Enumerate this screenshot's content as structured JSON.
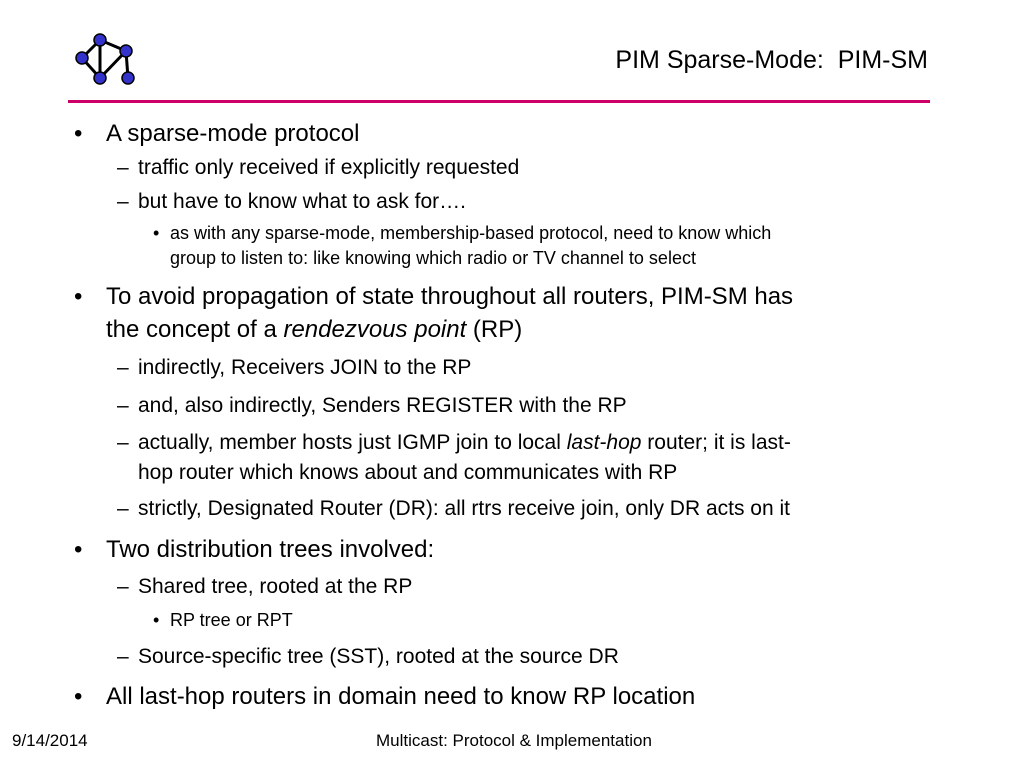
{
  "slide": {
    "title": "PIM Sparse-Mode:  PIM-SM",
    "bullets": [
      {
        "level": 1,
        "lines": [
          [
            "A sparse-mode protocol"
          ]
        ]
      },
      {
        "level": 2,
        "lines": [
          [
            "traffic only received if explicitly requested"
          ]
        ]
      },
      {
        "level": 2,
        "lines": [
          [
            "but have to know what to ask for…."
          ]
        ]
      },
      {
        "level": 3,
        "lines": [
          [
            "as with any sparse-mode, membership-based protocol, need to know which"
          ],
          [
            "group to listen to: like knowing which radio or TV channel to select"
          ]
        ]
      },
      {
        "level": 1,
        "lines": [
          [
            "To avoid propagation of state throughout all routers, PIM-SM has"
          ],
          [
            "the concept of a ",
            {
              "i": "rendezvous point"
            },
            " (RP)"
          ]
        ]
      },
      {
        "level": 2,
        "lines": [
          [
            "indirectly, Receivers JOIN to the RP"
          ]
        ]
      },
      {
        "level": 2,
        "lines": [
          [
            "and, also indirectly, Senders REGISTER with the RP"
          ]
        ]
      },
      {
        "level": 2,
        "lines": [
          [
            "actually, member hosts just IGMP join to local ",
            {
              "i": "last-hop"
            },
            " router; it is last-"
          ],
          [
            "hop router which knows about and communicates with RP"
          ]
        ]
      },
      {
        "level": 2,
        "lines": [
          [
            "strictly, Designated Router (DR): all rtrs receive join, only DR acts on it"
          ]
        ]
      },
      {
        "level": 1,
        "lines": [
          [
            "Two distribution trees involved:"
          ]
        ]
      },
      {
        "level": 2,
        "lines": [
          [
            "Shared tree, rooted at the RP"
          ]
        ]
      },
      {
        "level": 3,
        "lines": [
          [
            "RP tree or RPT"
          ]
        ]
      },
      {
        "level": 2,
        "lines": [
          [
            "Source-specific tree (SST), rooted at the source DR"
          ]
        ]
      },
      {
        "level": 1,
        "lines": [
          [
            "All last-hop routers in domain need to know RP location"
          ]
        ]
      }
    ]
  },
  "markers": {
    "1": "•",
    "2": "–",
    "3": "•"
  },
  "footer": {
    "date": "9/14/2014",
    "center": "Multicast: Protocol & Implementation"
  },
  "colors": {
    "rule": "#cc0066",
    "logo_node": "#3333cc",
    "text": "#000000"
  },
  "icons": {
    "logo": "network-graph-icon"
  }
}
